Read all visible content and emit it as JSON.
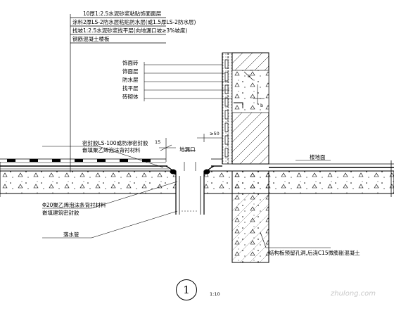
{
  "title_notes": {
    "line1": "10厚1:2.5水泥砂浆粘贴饰面面层",
    "line2": "涂料2厚LS-2防水层粘贴防水层(或1.5厚LS-2防水层)",
    "line3": "找坡1:2.5水泥砂浆找平层(向地漏口坡≥3%坡度)",
    "line4": "钢筋混凝土楼板"
  },
  "wall_labels": {
    "finish": "饰面砖",
    "face": "饰面层",
    "waterproof": "防水层",
    "level": "找平层",
    "brick": "砖砌体"
  },
  "left_notes": {
    "sealant1": "密封胶LS-100或防渗密封胶",
    "sealant2": "嵌填聚乙烯泡沫背衬材料",
    "pipe_label1": "Φ20聚乙烯泡沫条背衬材料",
    "pipe_label2": "嵌填建筑密封胶",
    "pipe": "落水管"
  },
  "dims": {
    "d15": "15",
    "d50": "≥50",
    "drain": "地漏口",
    "floor_right": "楼地面",
    "a": "a",
    "b": "b"
  },
  "bottom_note": "结构板预留孔洞,后浇C15微膨胀混凝土",
  "detail_number": "1",
  "scale": "1:10",
  "watermark": "zhulong.com"
}
